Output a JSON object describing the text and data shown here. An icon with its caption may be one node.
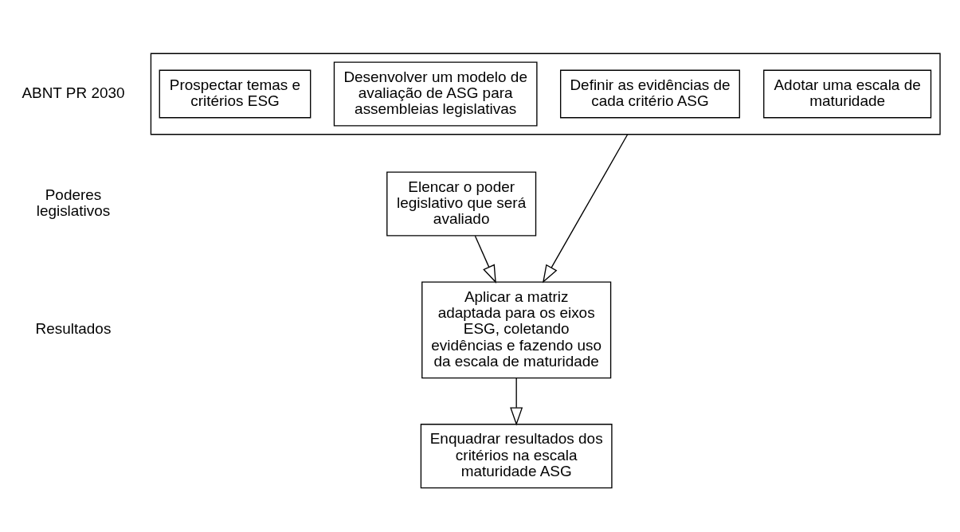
{
  "diagram": {
    "nodes": [
      {
        "text": [],
        "shape": "box"
      },
      {
        "text": [
          "Prospectar temas e critérios ESG"
        ],
        "in": 0
      },
      {
        "text": [
          "Desenvolver um modelo de avaliação de ASG para assembleias legislativas"
        ],
        "in": 0
      },
      {
        "text": [
          "Definir as evidências de cada critério ASG"
        ],
        "in": 0
      },
      {
        "text": [
          "Adotar uma escala de maturidade"
        ],
        "in": 0
      },
      {
        "text": [
          "Elencar o poder legislativo que será avaliado"
        ]
      },
      {
        "text": [
          "Aplicar a matriz adaptada para os eixos ESG, coletando evidências e fazendo uso da escala de maturidade"
        ]
      },
      {
        "text": [
          "Enquadrar resultados dos critérios na escala maturidade ASG"
        ]
      }
    ],
    "edges": [
      {
        "from": 0,
        "to": 6,
        "arrow": "to"
      },
      {
        "from": 5,
        "to": 6,
        "arrow": "to"
      },
      {
        "from": 6,
        "to": 7,
        "arrow": "to"
      }
    ],
    "labels": [
      "ABNT PR 2030",
      "Poderes legislativos",
      "Resultados"
    ]
  }
}
